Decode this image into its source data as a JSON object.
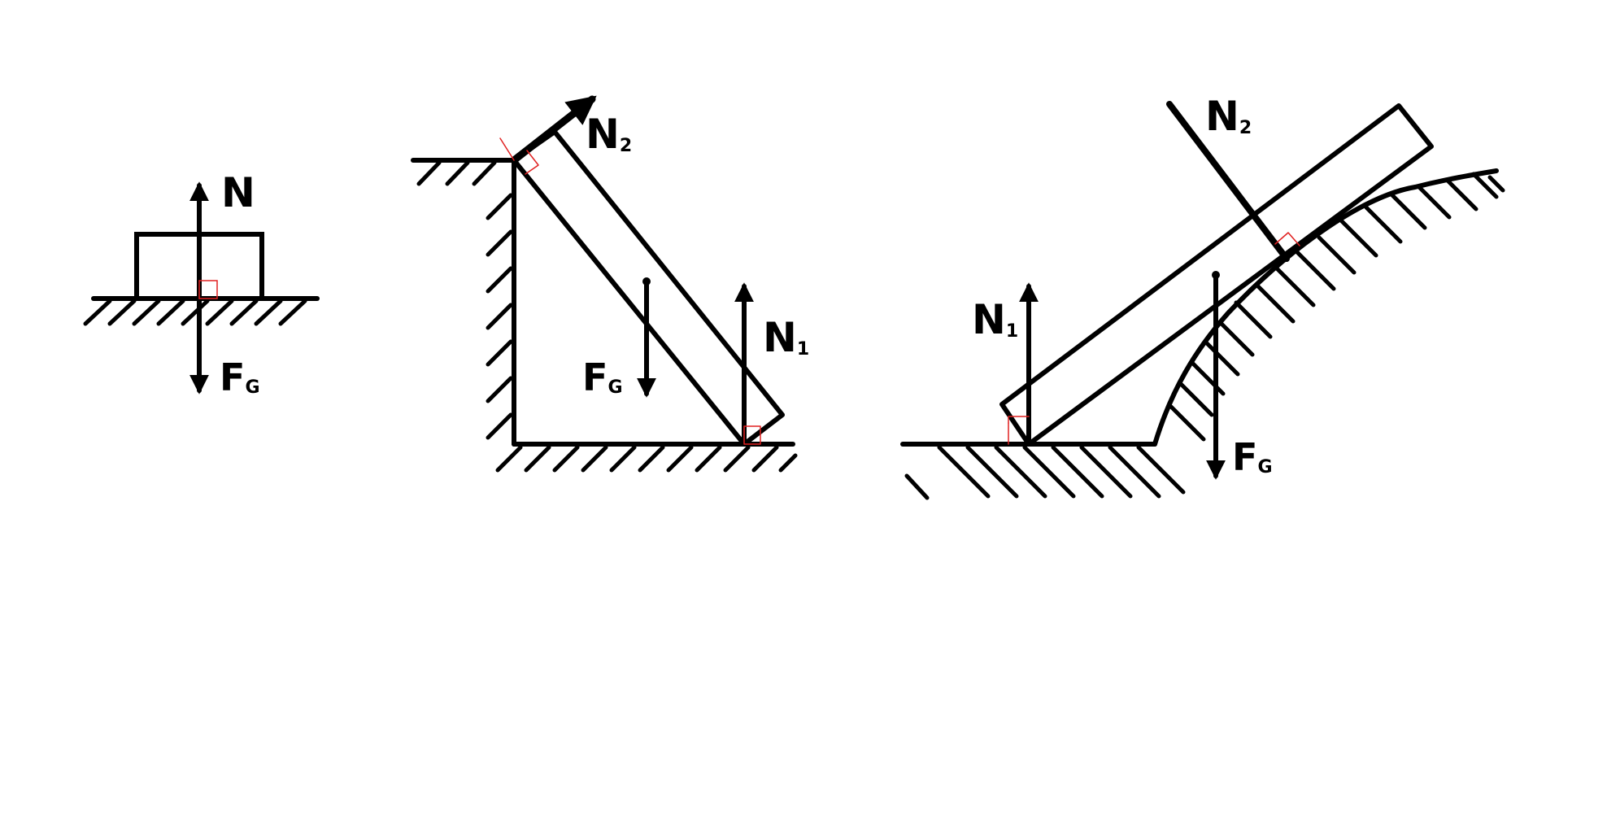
{
  "colors": {
    "ink": "#000000",
    "right_angle_mark": "#e02020",
    "background": "#ffffff"
  },
  "diagrams": [
    {
      "id": "block-on-ground",
      "labels": [
        {
          "id": "normal-force",
          "main": "N",
          "sub": ""
        },
        {
          "id": "gravity-force",
          "main": "F",
          "sub": "G"
        }
      ]
    },
    {
      "id": "rod-in-corner",
      "labels": [
        {
          "id": "normal-force-2",
          "main": "N",
          "sub": "2"
        },
        {
          "id": "normal-force-1",
          "main": "N",
          "sub": "1"
        },
        {
          "id": "gravity-force",
          "main": "F",
          "sub": "G"
        }
      ]
    },
    {
      "id": "rod-on-curved-slope",
      "labels": [
        {
          "id": "normal-force-2",
          "main": "N",
          "sub": "2"
        },
        {
          "id": "normal-force-1",
          "main": "N",
          "sub": "1"
        },
        {
          "id": "gravity-force",
          "main": "F",
          "sub": "G"
        }
      ]
    }
  ]
}
